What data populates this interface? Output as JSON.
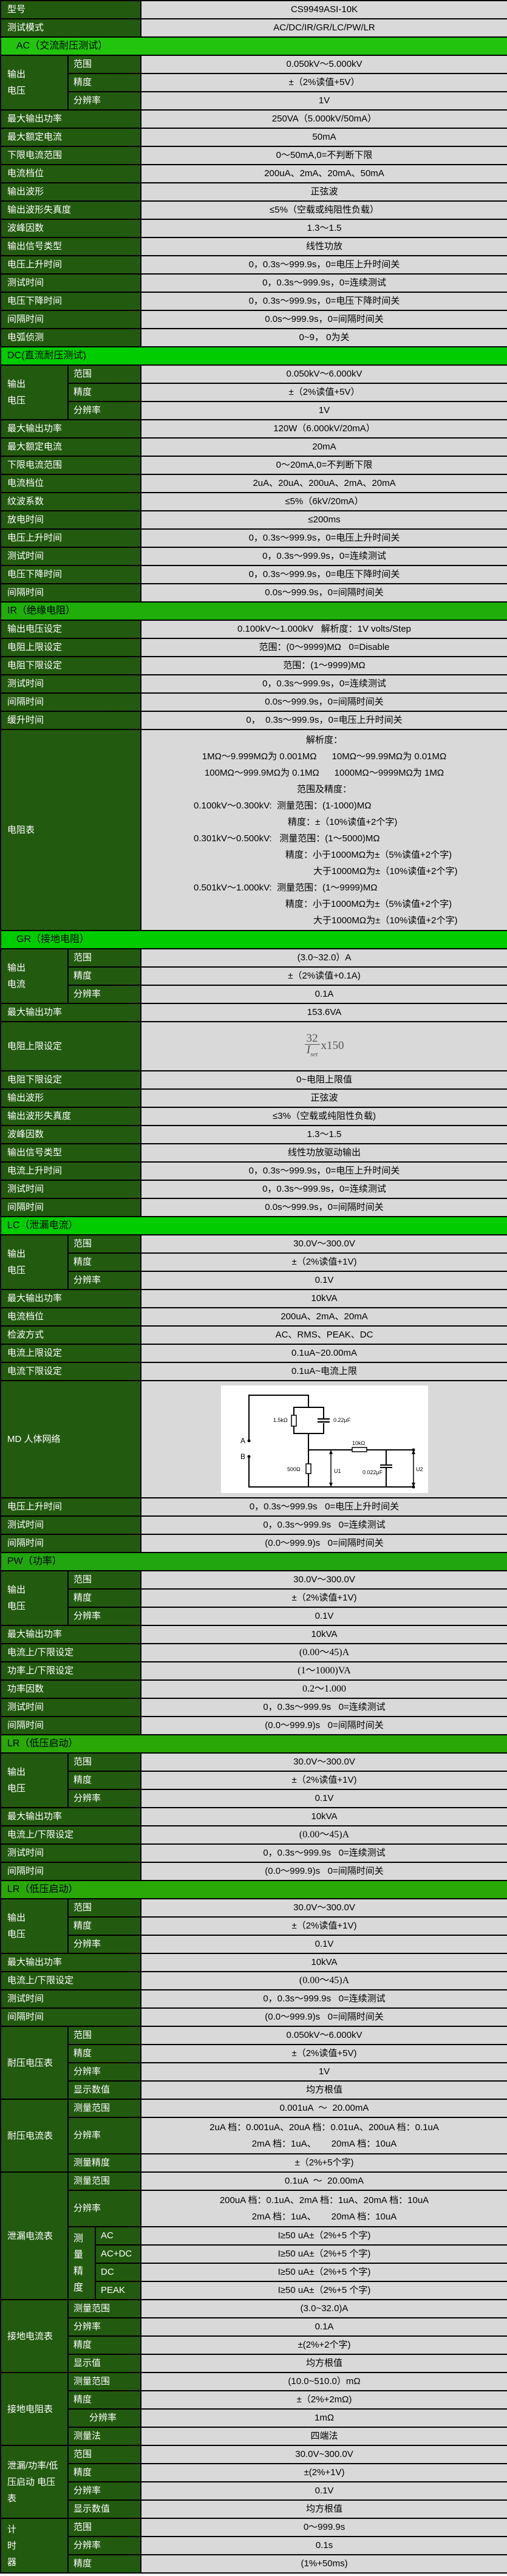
{
  "table": {
    "rows": [
      {
        "label": "型号",
        "value": "CS9949ASI-10K"
      },
      {
        "label": "测试模式",
        "value": "AC/DC/IR/GR/LC/PW/LR"
      },
      {
        "section": "AC（交流耐压测试）",
        "color": "#22c40e"
      },
      {
        "group": "输出\n电压",
        "items": [
          {
            "sub": "范围",
            "value": "0.050kV～5.000kV"
          },
          {
            "sub": "精度",
            "value": "±（2%读值+5V）"
          },
          {
            "sub": "分辨率",
            "value": "1V"
          }
        ]
      },
      {
        "label": "最大输出功率",
        "value": "250VA（5.000kV/50mA）"
      },
      {
        "label": "最大额定电流",
        "value": "50mA"
      },
      {
        "label": "下限电流范围",
        "value": "0～50mA,0=不判断下限"
      },
      {
        "label": "电流档位",
        "value": "200uA、2mA、20mA、50mA"
      },
      {
        "label": "输出波形",
        "value": "正弦波"
      },
      {
        "label": "输出波形失真度",
        "value": "≤5%（空载或纯阻性负载）"
      },
      {
        "label": "波峰因数",
        "value": "1.3～1.5"
      },
      {
        "label": "输出信号类型",
        "value": "线性功放"
      },
      {
        "label": "电压上升时间",
        "value": "0，0.3s～999.9s，0=电压上升时间关"
      },
      {
        "label": "测试时间",
        "value": "0，0.3s～999.9s，0=连续测试"
      },
      {
        "label": "电压下降时间",
        "value": "0，0.3s～999.9s，0=电压下降时间关"
      },
      {
        "label": "间隔时间",
        "value": "0.0s～999.9s，0=间隔时间关"
      },
      {
        "label": "电弧侦测",
        "value": "0~9， 0为关"
      },
      {
        "section": "DC(直流耐压测试)",
        "color": "#00cc00"
      },
      {
        "group": "输出\n电压",
        "items": [
          {
            "sub": "范围",
            "value": "0.050kV～6.000kV"
          },
          {
            "sub": "精度",
            "value": "±（2%读值+5V）"
          },
          {
            "sub": "分辨率",
            "value": "1V"
          }
        ]
      },
      {
        "label": "最大输出功率",
        "value": "120W（6.000kV/20mA）"
      },
      {
        "label": "最大额定电流",
        "value": "20mA"
      },
      {
        "label": "下限电流范围",
        "value": "0～20mA,0=不判断下限"
      },
      {
        "label": "电流档位",
        "value": "2uA、20uA、200uA、2mA、20mA"
      },
      {
        "label": "纹波系数",
        "value": "≤5%（6kV/20mA）"
      },
      {
        "label": "放电时间",
        "value": "≤200ms"
      },
      {
        "label": "电压上升时间",
        "value": "0，0.3s～999.9s，0=电压上升时间关"
      },
      {
        "label": "测试时间",
        "value": "0，0.3s～999.9s，0=连续测试"
      },
      {
        "label": "电压下降时间",
        "value": "0，0.3s～999.9s，0=电压下降时间关"
      },
      {
        "label": "间隔时间",
        "value": "0.0s～999.9s，0=间隔时间关"
      },
      {
        "section": "IR（绝缘电阻）",
        "color": "#1fae0a"
      },
      {
        "label": "输出电压设定",
        "value": "0.100kV～1.000kV   解析度：1V volts/Step"
      },
      {
        "label": "电阻上限设定",
        "value": "范围：(0～9999)MΩ   0=Disable"
      },
      {
        "label": "电阻下限设定",
        "value": "范围：(1～9999)MΩ"
      },
      {
        "label": "测试时间",
        "value": "0，0.3s～999.9s，0=连续测试"
      },
      {
        "label": "间隔时间",
        "value": "0.0s～999.9s，0=间隔时间关"
      },
      {
        "label": "缓升时间",
        "value": "0，  0.3s～999.9s，0=电压上升时间关"
      },
      {
        "label": "电阻表",
        "ir": true,
        "value": [
          "解析度：",
          "1MΩ～9.999MΩ为 0.001MΩ      10MΩ～99.99MΩ为 0.01MΩ",
          "100MΩ～999.9MΩ为 0.1MΩ      1000MΩ～9999MΩ为 1MΩ",
          "范围及精度：",
          "0.100kV～0.300kV:  测量范围：(1-1000)MΩ",
          "精度：±（10%读值+2个字)",
          "0.301kV～0.500kV:   测量范围：(1～5000)MΩ",
          "精度：小于1000MΩ为±（5%读值+2个字)",
          "大于1000MΩ为±（10%读值+2个字)",
          "0.501kV～1.000kV:  测量范围：(1～9999)MΩ",
          "精度：小于1000MΩ为±（5%读值+2个字)",
          "大于1000MΩ为±（10%读值+2个字)"
        ]
      },
      {
        "section": "GR（接地电阻）",
        "color": "#00cc00",
        "indent": true
      },
      {
        "group": "输出\n电流",
        "items": [
          {
            "sub": "范围",
            "value": "(3.0~32.0）A"
          },
          {
            "sub": "精度",
            "value": "±（2%读值+0.1A)"
          },
          {
            "sub": "分辨率",
            "value": "0.1A"
          }
        ]
      },
      {
        "label": "最大输出功率",
        "value": "153.6VA"
      },
      {
        "label": "电阻上限设定",
        "formula": {
          "numerator": "32",
          "denominator": "I",
          "subscript": "set",
          "multiplier": "x150"
        }
      },
      {
        "label": "电阻下限设定",
        "value": "0~电阻上限值"
      },
      {
        "label": "输出波形",
        "value": "正弦波"
      },
      {
        "label": "输出波形失真度",
        "value": "≤3%（空载或纯阻性负载)"
      },
      {
        "label": "波峰因数",
        "value": "1.3～1.5"
      },
      {
        "label": "输出信号类型",
        "value": "线性功放驱动输出"
      },
      {
        "label": "电流上升时间",
        "value": "0，0.3s～999.9s，0=电压上升时间关"
      },
      {
        "label": "测试时间",
        "value": "0，0.3s～999.9s，0=连续测试"
      },
      {
        "label": "间隔时间",
        "value": "0.0s～999.9s，0=间隔时间关"
      },
      {
        "section": "LC（泄漏电流）",
        "color": "#00cc00"
      },
      {
        "group": "输出\n电压",
        "items": [
          {
            "sub": "范围",
            "value": "30.0V～300.0V"
          },
          {
            "sub": "精度",
            "value": "±（2%读值+1V)"
          },
          {
            "sub": "分辨率",
            "value": "0.1V"
          }
        ]
      },
      {
        "label": "最大输出功率",
        "value": "10kVA"
      },
      {
        "label": "电流档位",
        "value": "200uA、2mA、20mA"
      },
      {
        "label": "检波方式",
        "value": "AC、RMS、PEAK、DC"
      },
      {
        "label": "电流上限设定",
        "value": "0.1uA~20.00mA"
      },
      {
        "label": "电流下限设定",
        "value": "0.1uA~电流上限"
      },
      {
        "label": "MD 人体网络",
        "circuit": {
          "r1": "1.5kΩ",
          "c1": "0.22μF",
          "a": "A",
          "b": "B",
          "r2": "10kΩ",
          "r3": "500Ω",
          "u1": "U1",
          "c2": "0.022μF",
          "u2": "U2"
        }
      },
      {
        "label": "电压上升时间",
        "value": "0，0.3s～999.9s   0=电压上升时间关"
      },
      {
        "label": "测试时间",
        "value": "0，0.3s～999.9s   0=连续测试"
      },
      {
        "label": "间隔时间",
        "value": "(0.0～999.9)s   0=间隔时间关"
      },
      {
        "section": "PW（功率）",
        "color": "#22a60f"
      },
      {
        "group": "输出\n电压",
        "items": [
          {
            "sub": "范围",
            "value": "30.0V～300.0V"
          },
          {
            "sub": "精度",
            "value": "±（2%读值+1V)"
          },
          {
            "sub": "分辨率",
            "value": "0.1V"
          }
        ]
      },
      {
        "label": "最大输出功率",
        "value": "10kVA"
      },
      {
        "label": "电流上/下限设定",
        "value": "(0.00～45)A",
        "serif": true
      },
      {
        "label": "功率上/下限设定",
        "value": "(1～1000)VA",
        "serif": true
      },
      {
        "label": "功率因数",
        "value": "0.2～1.000",
        "serif": true
      },
      {
        "label": "测试时间",
        "value": "0，0.3s～999.9s   0=连续测试"
      },
      {
        "label": "间隔时间",
        "value": "(0.0～999.9)s   0=间隔时间关"
      },
      {
        "section": "LR（低压启动）",
        "color": "#2aa808"
      },
      {
        "group": "输出\n电压",
        "items": [
          {
            "sub": "范围",
            "value": "30.0V～300.0V"
          },
          {
            "sub": "精度",
            "value": "±（2%读值+1V)"
          },
          {
            "sub": "分辨率",
            "value": "0.1V"
          }
        ]
      },
      {
        "label": "最大输出功率",
        "value": "10kVA"
      },
      {
        "label": "电流上/下限设定",
        "value": "(0.00～45)A",
        "serif": true
      },
      {
        "label": "测试时间",
        "value": "0，0.3s～999.9s   0=连续测试"
      },
      {
        "label": "间隔时间",
        "value": "(0.0～999.9)s   0=间隔时间关"
      },
      {
        "section": "LR（低压启动）",
        "color": "#2aa808"
      },
      {
        "group": "输出\n电压",
        "items": [
          {
            "sub": "范围",
            "value": "30.0V～300.0V"
          },
          {
            "sub": "精度",
            "value": "±（2%读值+1V)"
          },
          {
            "sub": "分辨率",
            "value": "0.1V"
          }
        ]
      },
      {
        "label": "最大输出功率",
        "value": "10kVA"
      },
      {
        "label": "电流上/下限设定",
        "value": "(0.00～45)A",
        "serif": true
      },
      {
        "label": "测试时间",
        "value": "0，0.3s～999.9s   0=连续测试"
      },
      {
        "label": "间隔时间",
        "value": "(0.0～999.9)s   0=间隔时间关"
      },
      {
        "group": "耐压电压表",
        "items": [
          {
            "sub": "范围",
            "value": "0.050kV～6.000kV"
          },
          {
            "sub": "精度",
            "value": "±（2%读值+5V)"
          },
          {
            "sub": "分辨率",
            "value": "1V"
          },
          {
            "sub": "显示数值",
            "value": "均方根值"
          }
        ]
      },
      {
        "group": "耐压电流表",
        "items": [
          {
            "sub": "测量范围",
            "value": "0.001uA  ～  20.00mA"
          },
          {
            "sub": "分辨率",
            "value": [
              "2uA 档：0.001uA、20uA 档：0.01uA、200uA 档：0.1uA",
              "2mA 档：1uA、      20mA 档：10uA"
            ]
          },
          {
            "sub": "测量精度",
            "value": "±（2%+5个字)"
          }
        ]
      },
      {
        "group": "泄漏电流表",
        "items": [
          {
            "sub": "测量范围",
            "value": "0.1uA  ～  20.00mA"
          },
          {
            "sub": "分辨率",
            "value": [
              "200uA 档：0.1uA、2mA 档：1uA、20mA 档：10uA",
              "2mA 档：1uA、      20mA 档：10uA"
            ]
          },
          {
            "sub": "测\n量\n精\n度",
            "items": [
              {
                "sub": "AC",
                "value": "I≥50 uA±（2%+5 个字)"
              },
              {
                "sub": "AC+DC",
                "value": "I≥50 uA±（2%+5 个字)"
              },
              {
                "sub": "DC",
                "value": "I≥50 uA±（2%+5 个字)"
              },
              {
                "sub": "PEAK",
                "value": "I≥50 uA±（2%+5 个字)"
              }
            ]
          }
        ]
      },
      {
        "group": "接地电流表",
        "items": [
          {
            "sub": "测量范围",
            "value": "(3.0~32.0)A"
          },
          {
            "sub": "分辨率",
            "value": "0.1A"
          },
          {
            "sub": "精度",
            "value": "±(2%+2个字)"
          },
          {
            "sub": "显示值",
            "value": "均方根值"
          }
        ]
      },
      {
        "group": "接地电阻表",
        "items": [
          {
            "sub": "测量范围",
            "value": "(10.0~510.0）mΩ"
          },
          {
            "sub": "精度",
            "value": "±（2%+2mΩ)"
          },
          {
            "sub": "分辨率",
            "value": "1mΩ",
            "indent": true
          },
          {
            "sub": "测量法",
            "value": "四端法"
          }
        ]
      },
      {
        "group": "泄漏/功率/低\n压启动 电压\n表",
        "items": [
          {
            "sub": "范围",
            "value": "30.0V~300.0V"
          },
          {
            "sub": "精度",
            "value": "±(2%+1V)"
          },
          {
            "sub": "分辨率",
            "value": "0.1V"
          },
          {
            "sub": "显示数值",
            "value": "均方根值"
          }
        ]
      },
      {
        "group": "计\n时\n器",
        "items": [
          {
            "sub": "范围",
            "value": "0～999.9s"
          },
          {
            "sub": "分辨率",
            "value": "0.1s"
          },
          {
            "sub": "精度",
            "value": "(1%+50ms)"
          }
        ]
      }
    ]
  }
}
